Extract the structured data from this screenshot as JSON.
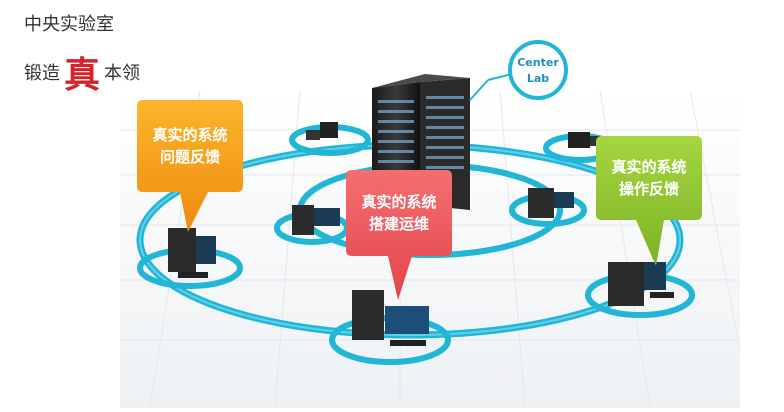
{
  "header": {
    "line1": "中央实验室",
    "line2_prefix": "锻造",
    "line2_highlight": "真",
    "line2_suffix": "本领"
  },
  "center_badge": {
    "line1": "Center",
    "line2": "Lab"
  },
  "bubbles": {
    "orange": {
      "line1": "真实的系统",
      "line2": "问题反馈",
      "color": "#f6a21a"
    },
    "red": {
      "line1": "真实的系统",
      "line2": "搭建运维",
      "color": "#ee5a5e"
    },
    "green": {
      "line1": "真实的系统",
      "line2": "操作反馈",
      "color": "#8ec52d"
    }
  },
  "colors": {
    "network_ring": "#21b5d6",
    "highlight_text": "#d4232f"
  }
}
